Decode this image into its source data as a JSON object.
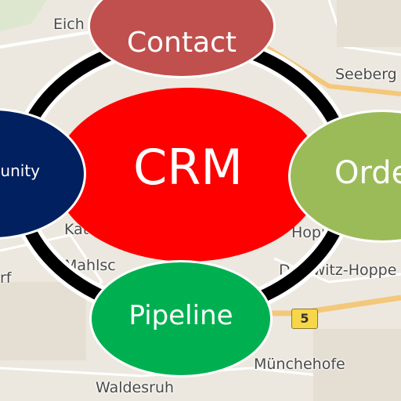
{
  "map": {
    "labels": [
      "Eich",
      "Seeberg",
      "Mahlsc",
      "Dahlwitz-Hoppe",
      "Münchehofe",
      "Waldesruh",
      "rf",
      "Hopp",
      "Kat"
    ],
    "road_number": "5"
  },
  "diagram": {
    "center": "CRM",
    "nodes": {
      "contact": "Contact",
      "opportunity": "unity",
      "order": "Orde",
      "pipeline": "Pipeline"
    }
  },
  "colors": {
    "center": "#ff0000",
    "contact": "#c0504d",
    "opportunity": "#002060",
    "order": "#9bbb59",
    "pipeline": "#00b050",
    "ring": "#000000"
  }
}
